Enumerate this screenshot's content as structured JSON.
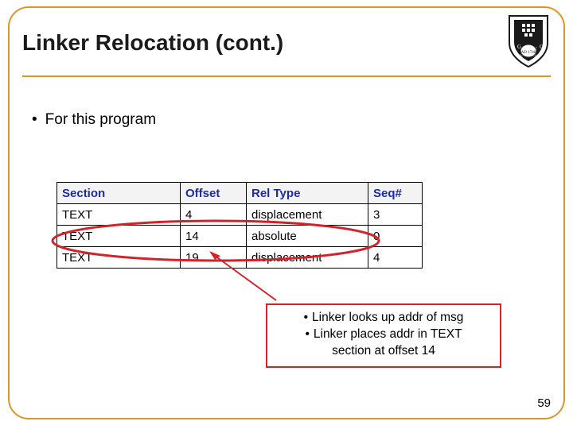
{
  "slide": {
    "title": "Linker Relocation (cont.)",
    "bullet": {
      "marker": "•",
      "text": "For this program"
    },
    "number": "59"
  },
  "table": {
    "headers": [
      "Section",
      "Offset",
      "Rel Type",
      "Seq#"
    ],
    "rows": [
      [
        "TEXT",
        "4",
        "displacement",
        "3"
      ],
      [
        "TEXT",
        "14",
        "absolute",
        "0"
      ],
      [
        "TEXT",
        "19",
        "displacement",
        "4"
      ]
    ]
  },
  "callout": {
    "lines": [
      {
        "marker": "•",
        "text": "Linker looks up addr of msg"
      },
      {
        "marker": "•",
        "text": "Linker places addr in TEXT"
      },
      {
        "marker": "",
        "text": "section at offset 14"
      }
    ]
  },
  "colors": {
    "frame": "#d9962a",
    "annotation": "#d2232a",
    "header_text": "#1f2d9c",
    "title_text": "#1a1a1a"
  },
  "crest": {
    "label": "university-crest"
  }
}
